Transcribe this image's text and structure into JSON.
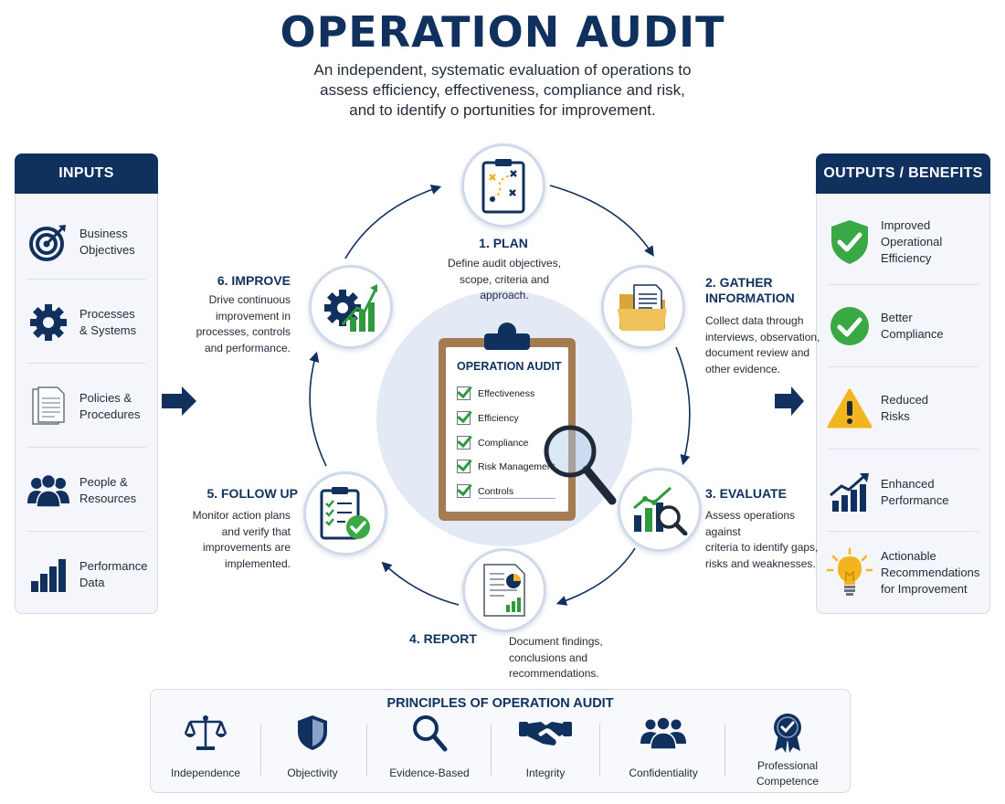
{
  "title": "OPERATION AUDIT",
  "subtitle_lines": [
    "An independent, systematic evaluation of operations to",
    "assess efficiency, effectiveness, compliance and risk,",
    "and to identify o  portunities for improvement."
  ],
  "inputs": {
    "heading": "INPUTS",
    "items": [
      {
        "icon": "target-icon",
        "label": "Business\nObjectives"
      },
      {
        "icon": "gear-icon",
        "label": "Processes\n& Systems"
      },
      {
        "icon": "document-icon",
        "label": "Policies &\nProcedures"
      },
      {
        "icon": "people-icon",
        "label": "People &\nResources"
      },
      {
        "icon": "bar-chart-icon",
        "label": "Performance\nData"
      }
    ]
  },
  "outputs": {
    "heading": "OUTPUTS / BENEFITS",
    "items": [
      {
        "icon": "shield-check-icon",
        "label": "Improved\nOperational\nEfficiency"
      },
      {
        "icon": "check-circle-icon",
        "label": "Better\nCompliance"
      },
      {
        "icon": "warning-icon",
        "label": "Reduced\nRisks"
      },
      {
        "icon": "growth-chart-icon",
        "label": "Enhanced\nPerformance"
      },
      {
        "icon": "lightbulb-icon",
        "label": "Actionable\nRecommendations\nfor Improvement"
      }
    ]
  },
  "steps": [
    {
      "icon": "plan-clipboard-icon",
      "title": "1. PLAN",
      "desc": "Define audit objectives,\nscope, criteria and\napproach."
    },
    {
      "icon": "folder-icon",
      "title": "2. GATHER\nINFORMATION",
      "desc": "Collect data through\ninterviews, observation,\ndocument review and\nother evidence."
    },
    {
      "icon": "analysis-icon",
      "title": "3. EVALUATE",
      "desc": "Assess operations against\ncriteria to identify gaps,\nrisks and weaknesses."
    },
    {
      "icon": "report-icon",
      "title": "4. REPORT",
      "desc": "Document findings,\nconclusions and\nrecommendations."
    },
    {
      "icon": "follow-up-clipboard-icon",
      "title": "5. FOLLOW UP",
      "desc": "Monitor action plans\nand verify that\nimprovements are\nimplemented."
    },
    {
      "icon": "improve-gear-chart-icon",
      "title": "6. IMPROVE",
      "desc": "Drive continuous\nimprovement in\nprocesses, controls\nand performance."
    }
  ],
  "center_clipboard": {
    "title": "OPERATION AUDIT",
    "items": [
      "Effectiveness",
      "Efficiency",
      "Compliance",
      "Risk Management",
      "Controls"
    ]
  },
  "principles": {
    "heading": "PRINCIPLES OF OPERATION AUDIT",
    "items": [
      {
        "icon": "scales-icon",
        "label": "Independence"
      },
      {
        "icon": "shield-icon",
        "label": "Objectivity"
      },
      {
        "icon": "magnifier-icon",
        "label": "Evidence-Based"
      },
      {
        "icon": "handshake-icon",
        "label": "Integrity"
      },
      {
        "icon": "group-icon",
        "label": "Confidentiality"
      },
      {
        "icon": "award-icon",
        "label": "Professional\nCompetence"
      }
    ]
  },
  "colors": {
    "navy": "#10305e",
    "green": "#2e9a3d",
    "yellow": "#f2b51d",
    "folder": "#f0c25a",
    "light_circle": "#e4eaf5"
  }
}
